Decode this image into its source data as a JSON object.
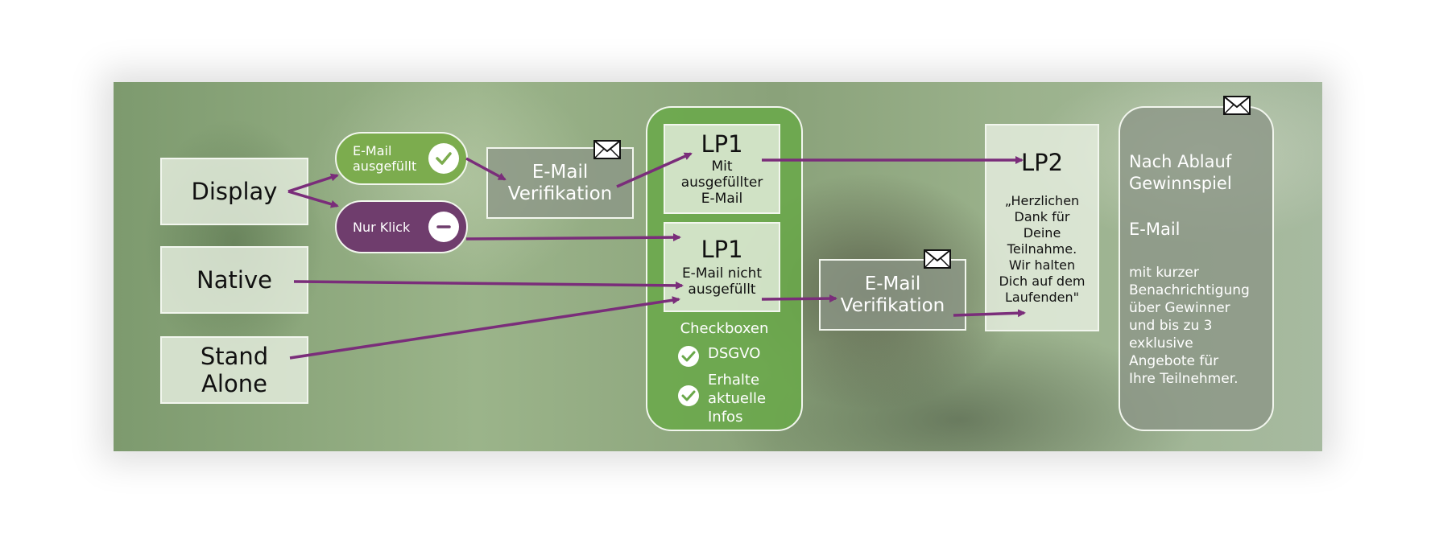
{
  "sources": {
    "display": "Display",
    "native": "Native",
    "stand_alone_line1": "Stand",
    "stand_alone_line2": "Alone"
  },
  "pills": {
    "email_filled_line1": "E-Mail",
    "email_filled_line2": "ausgefüllt",
    "only_click": "Nur Klick"
  },
  "verification1": {
    "line1": "E-Mail",
    "line2": "Verifikation"
  },
  "verification2": {
    "line1": "E-Mail",
    "line2": "Verifikation"
  },
  "lp1_filled": {
    "title": "LP1",
    "line1": "Mit",
    "line2": "ausgefüllter",
    "line3": "E-Mail"
  },
  "lp1_empty": {
    "title": "LP1",
    "line1": "E-Mail nicht",
    "line2": "ausgefüllt"
  },
  "checkboxes": {
    "heading": "Checkboxen",
    "item1": "DSGVO",
    "item2_line1": "Erhalte",
    "item2_line2": "aktuelle",
    "item2_line3": "Infos"
  },
  "lp2": {
    "title": "LP2",
    "line1": "„Herzlichen",
    "line2": "Dank für",
    "line3": "Deine",
    "line4": "Teilnahme.",
    "line5": "Wir halten",
    "line6": "Dich auf dem",
    "line7": "Laufenden\""
  },
  "final": {
    "heading_line1": "Nach Ablauf",
    "heading_line2": "Gewinnspiel",
    "email": "E-Mail",
    "body1": "mit kurzer",
    "body2": "Benachrichtigung",
    "body3": "über Gewinner",
    "body4": "und bis zu 3",
    "body5": "exklusive",
    "body6": "Angebote für",
    "body7": "Ihre Teilnehmer."
  },
  "colors": {
    "arrow": "#7a2d7a",
    "green_pill": "#7cac4e",
    "purple_pill": "#6f3d6d",
    "check_panel": "#6aa84a"
  }
}
